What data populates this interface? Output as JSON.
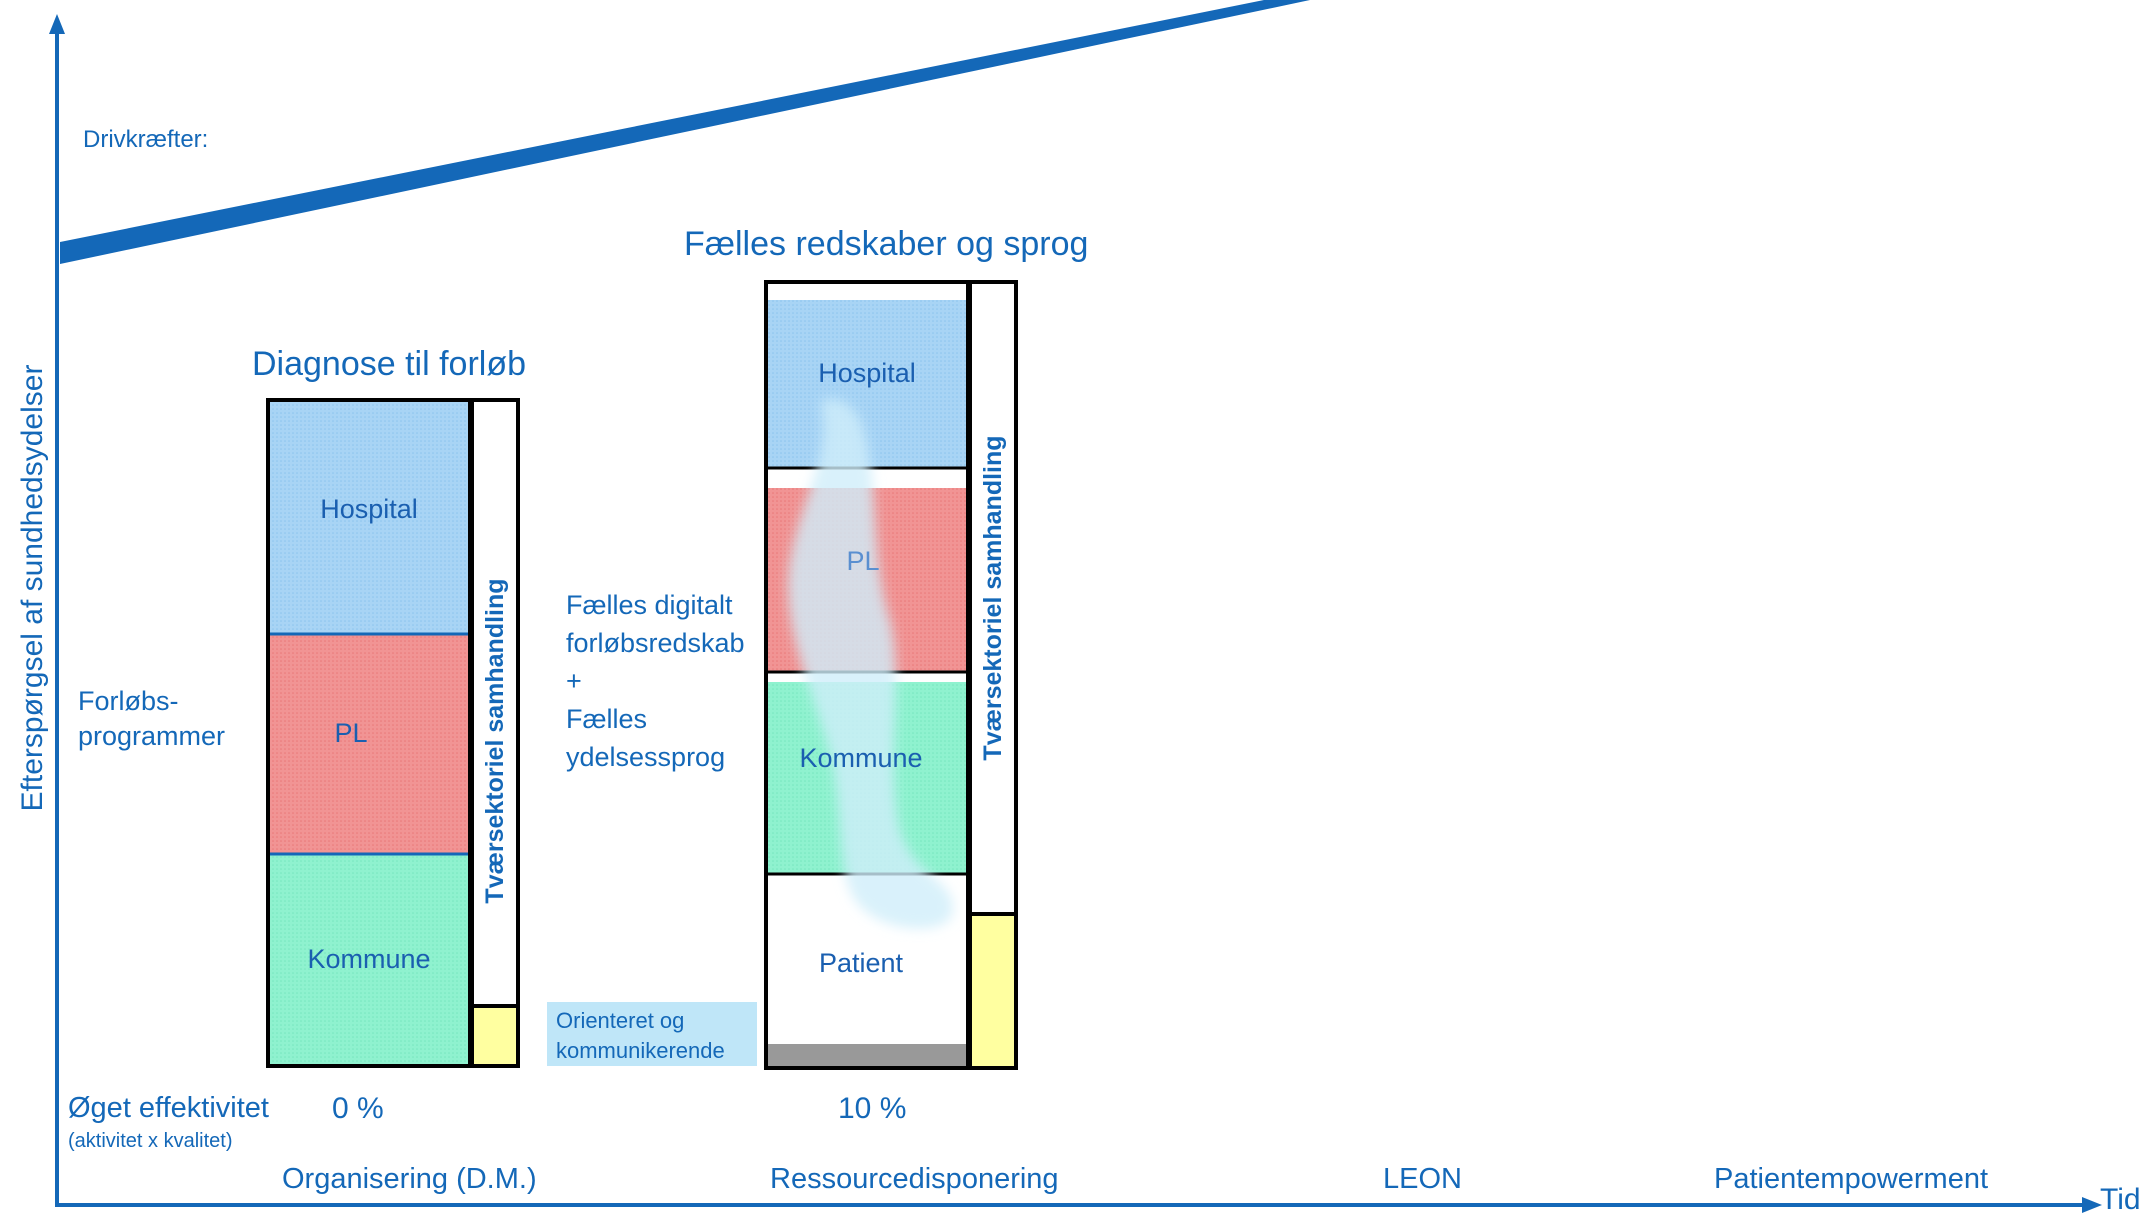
{
  "axes": {
    "y_label": "Efterspørgsel af sundhedsydelser",
    "x_label": "Tid"
  },
  "drivers_label": "Drivkræfter:",
  "left_column": {
    "title": "Diagnose til forløb",
    "side_label_line1": "Forløbs-",
    "side_label_line2": "programmer",
    "blocks": [
      "Hospital",
      "PL",
      "Kommune"
    ],
    "vertical_label": "Tværsektoriel samhandling",
    "efficiency": "0 %"
  },
  "right_column": {
    "title": "Fælles redskaber og sprog",
    "side_lines": [
      "Fælles digitalt",
      "forløbsredskab",
      "+",
      "Fælles",
      "ydelsessprog"
    ],
    "blocks": [
      "Hospital",
      "PL",
      "Kommune",
      "Patient"
    ],
    "vertical_label": "Tværsektoriel samhandling",
    "callout_line1": "Orienteret og",
    "callout_line2": "kommunikerende",
    "efficiency": "10 %"
  },
  "efficiency_label": "Øget effektivitet",
  "efficiency_sub": "(aktivitet x kvalitet)",
  "phases": [
    "Organisering (D.M.)",
    "Ressourcedisponering",
    "LEON",
    "Patientempowerment"
  ],
  "colors": {
    "axis": "#1468b8",
    "hospital": "#a8d4f5",
    "pl": "#f08a8a",
    "kommune": "#8ff2cf",
    "patient": "#ffffff",
    "yellow": "#ffffa0",
    "callout": "#bfe6f8",
    "gray": "#999999"
  }
}
